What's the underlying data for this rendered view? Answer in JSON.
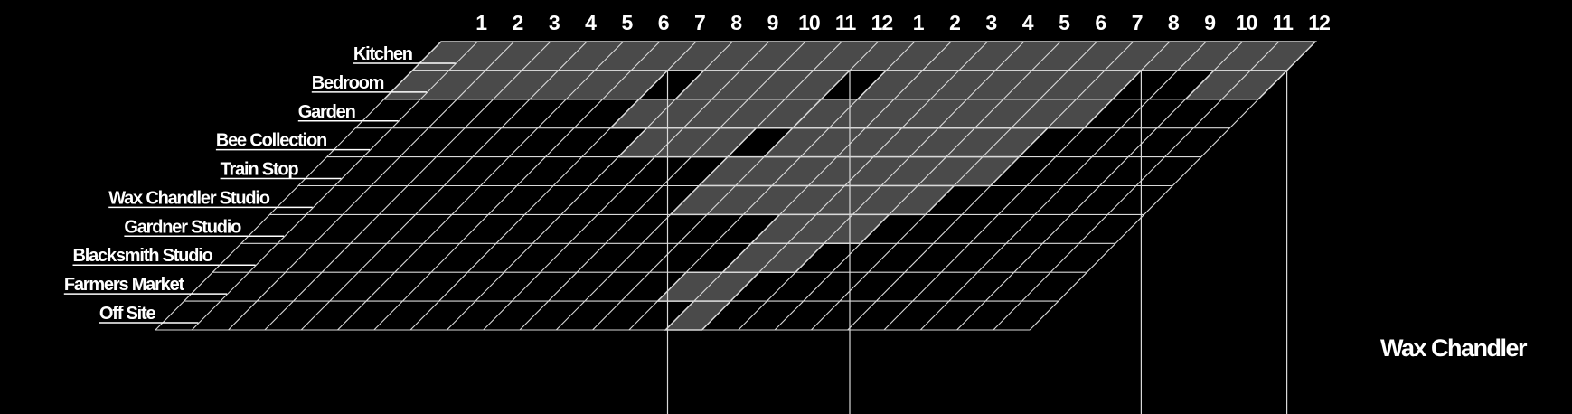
{
  "chart_data": {
    "type": "heatmap",
    "title": "Wax Chandler",
    "hour_labels": [
      "1",
      "2",
      "3",
      "4",
      "5",
      "6",
      "7",
      "8",
      "9",
      "10",
      "11",
      "12",
      "1",
      "2",
      "3",
      "4",
      "5",
      "6",
      "7",
      "8",
      "9",
      "10",
      "11",
      "12"
    ],
    "rooms": [
      "Kitchen",
      "Bedroom",
      "Garden",
      "Bee Collection",
      "Train Stop",
      "Wax Chandler Studio",
      "Gardner Studio",
      "Blacksmith Studio",
      "Farmers Market",
      "Off Site"
    ],
    "occupied": [
      {
        "room": "Kitchen",
        "start": 0,
        "end": 24
      },
      {
        "room": "Bedroom",
        "start": 0,
        "end": 7
      },
      {
        "room": "Bedroom",
        "start": 8,
        "end": 12
      },
      {
        "room": "Bedroom",
        "start": 13,
        "end": 20
      },
      {
        "room": "Bedroom",
        "start": 22,
        "end": 24
      },
      {
        "room": "Garden",
        "start": 7,
        "end": 12
      },
      {
        "room": "Garden",
        "start": 12,
        "end": 20
      },
      {
        "room": "Bee Collection",
        "start": 8,
        "end": 11
      },
      {
        "room": "Bee Collection",
        "start": 12,
        "end": 19
      },
      {
        "room": "Train Stop",
        "start": 11,
        "end": 19
      },
      {
        "room": "Wax Chandler Studio",
        "start": 11,
        "end": 18
      },
      {
        "room": "Gardner Studio",
        "start": 14,
        "end": 17
      },
      {
        "room": "Blacksmith Studio",
        "start": 14,
        "end": 16
      },
      {
        "room": "Farmers Market",
        "start": 13,
        "end": 15
      },
      {
        "room": "Off Site",
        "start": 14,
        "end": 15
      }
    ],
    "markers": [
      7,
      12,
      20,
      24
    ],
    "colors": {
      "background": "#000000",
      "grid": "#d9d9d9",
      "occupied": "#4a4a4a"
    }
  }
}
